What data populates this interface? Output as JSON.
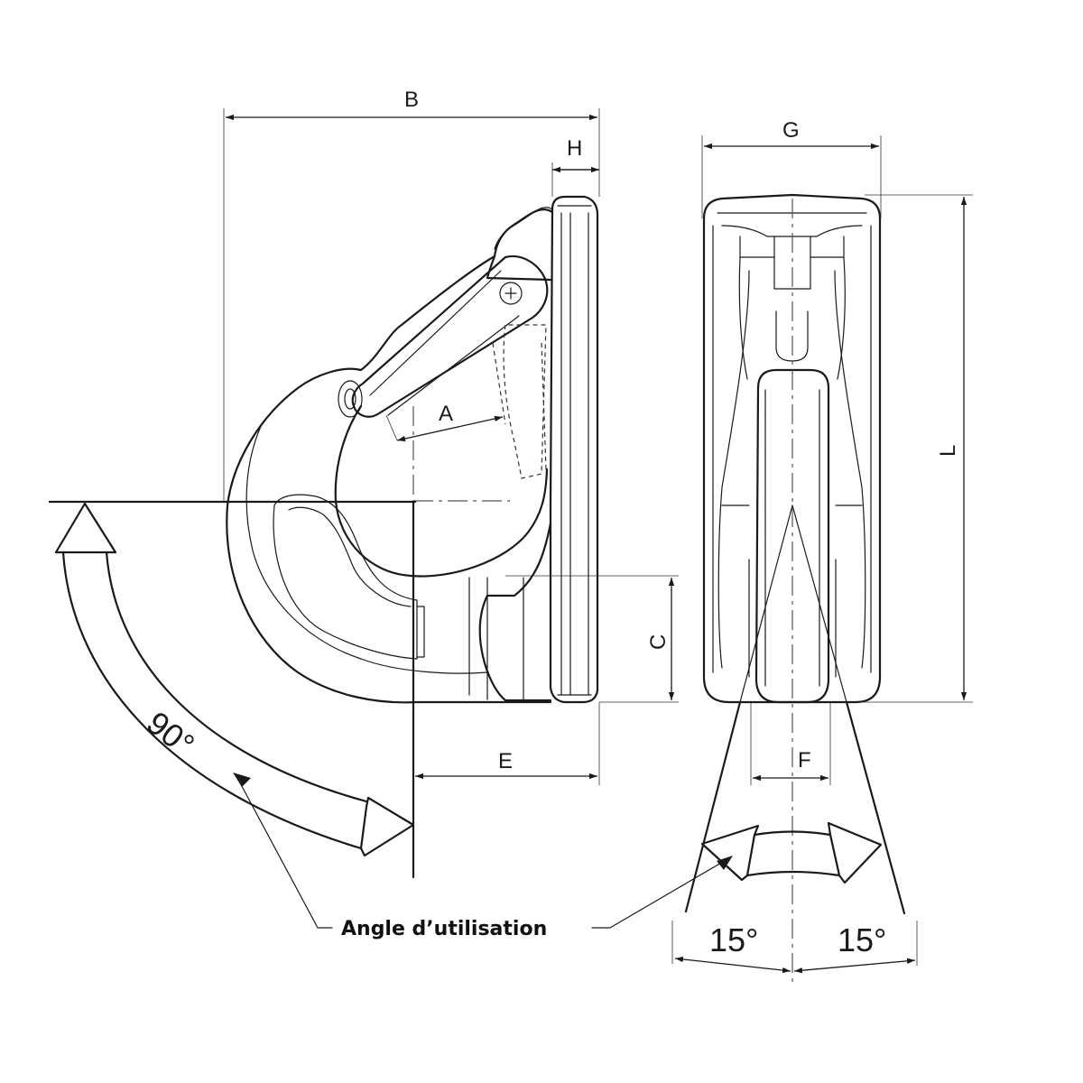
{
  "dimensions": {
    "A": "A",
    "B": "B",
    "C": "C",
    "E": "E",
    "F": "F",
    "G": "G",
    "H": "H",
    "L": "L"
  },
  "angles": {
    "rotation": "90°",
    "tilt_left": "15°",
    "tilt_right": "15°"
  },
  "caption": "Angle d’utilisation"
}
